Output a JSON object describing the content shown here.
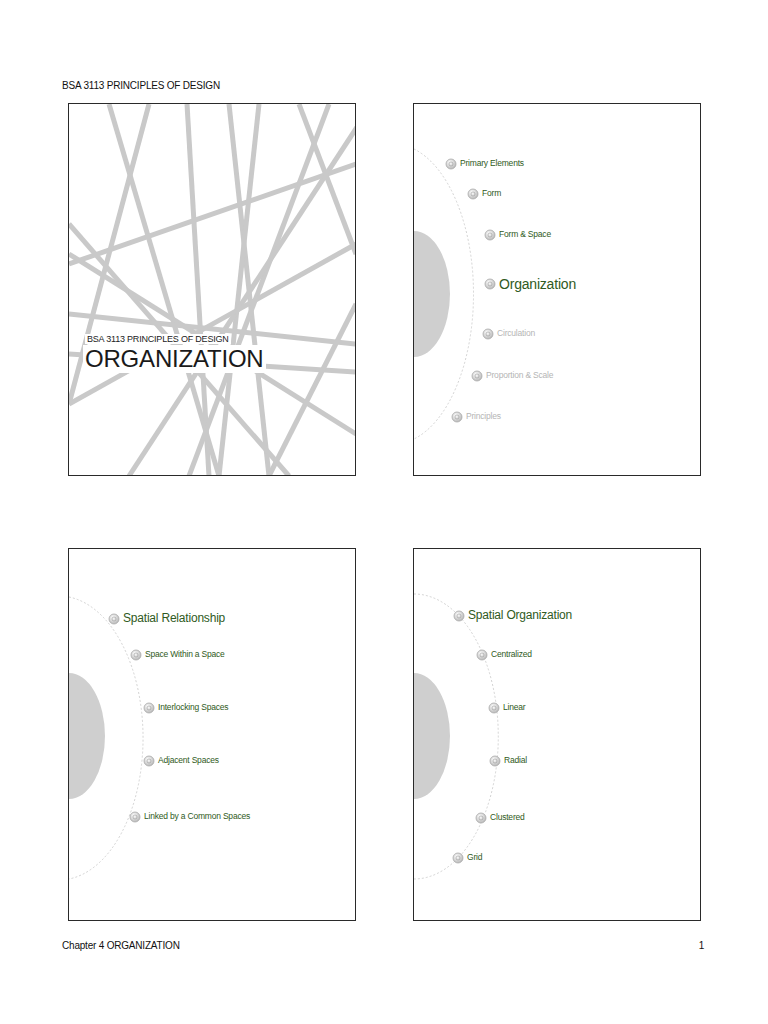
{
  "diagram": {
    "title": "BSA 3113 PRINCIPLES OF DESIGN",
    "nodes": [
      {
        "text": [
          "BSA 3113 PRINCIPLES OF DESIGN",
          "ORGANIZATION"
        ]
      },
      {
        "text": [
          "Primary Elements",
          "Form",
          "Form & Space",
          "Organization",
          "Circulation",
          "Proportion & Scale",
          "Principles"
        ]
      },
      {
        "text": [
          "Spatial Relationship",
          "Space Within a Space",
          "Interlocking Spaces",
          "Adjacent Spaces",
          "Linked by a Common Spaces"
        ]
      },
      {
        "text": [
          "Spatial Organization",
          "Centralized",
          "Linear",
          "Radial",
          "Clustered",
          "Grid"
        ]
      }
    ],
    "edges": [],
    "labels": [
      "Chapter 4 ORGANIZATION",
      "1"
    ]
  }
}
